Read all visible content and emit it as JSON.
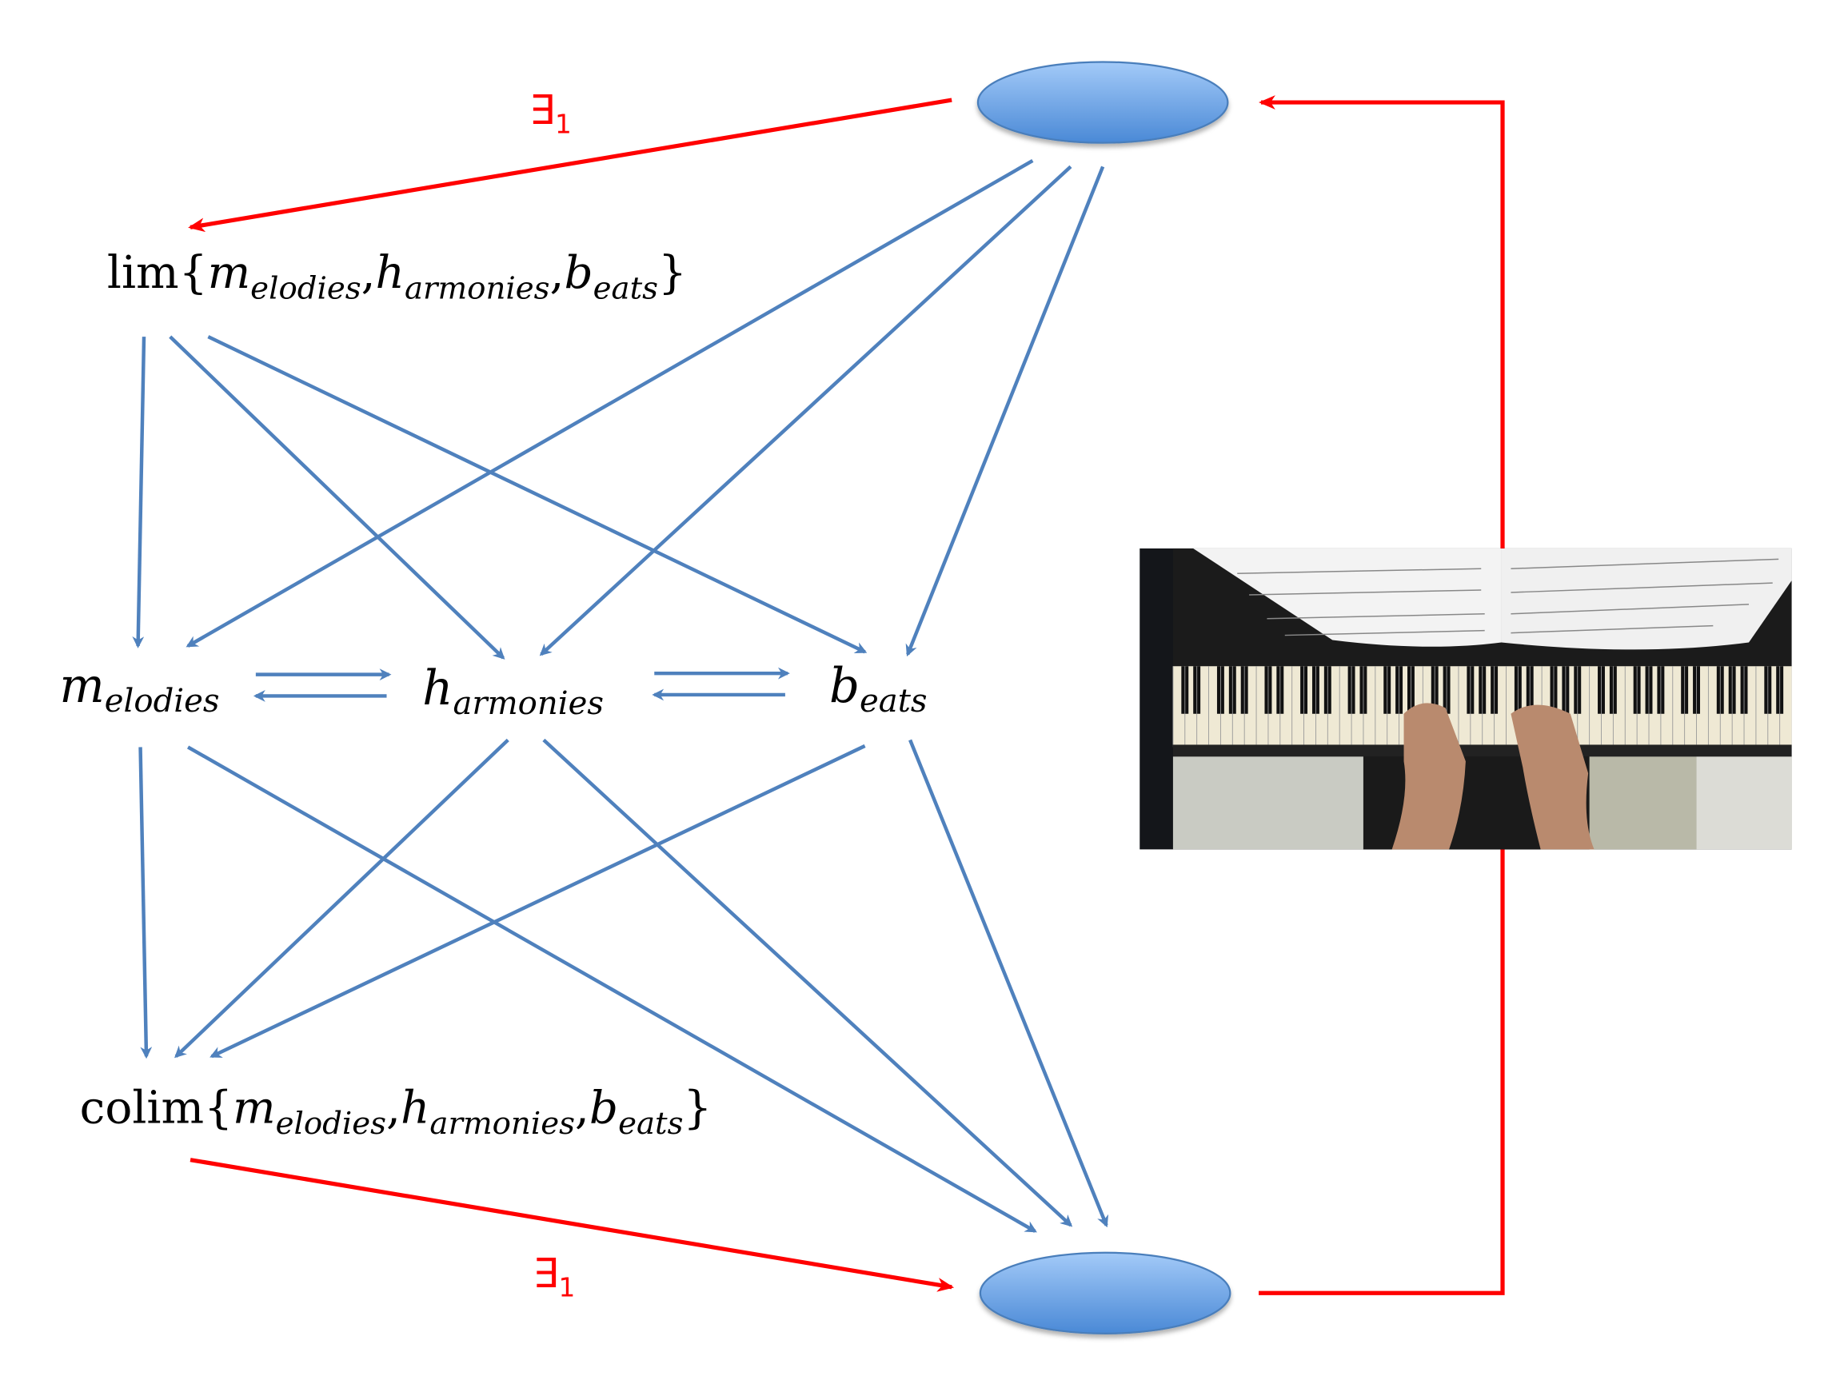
{
  "colors": {
    "blue_arrow": "#4f81bd",
    "red_arrow": "#ff0000",
    "ellipse_fill_top": "#9cc3f5",
    "ellipse_fill_bottom": "#4a8ad6"
  },
  "edges": {
    "top_label": "∃",
    "top_sub": "1",
    "bottom_label": "∃",
    "bottom_sub": "1"
  },
  "lim": {
    "op": "lim{",
    "m": "m",
    "m_sub": "elodies",
    "sep1": ",",
    "h": "h",
    "h_sub": "armonies",
    "sep2": ",",
    "b": "b",
    "b_sub": "eats",
    "close": "}"
  },
  "colim": {
    "op": "colim{",
    "m": "m",
    "m_sub": "elodies",
    "sep1": ",",
    "h": "h",
    "h_sub": "armonies",
    "sep2": ",",
    "b": "b",
    "b_sub": "eats",
    "close": "}"
  },
  "nodes": {
    "melodies": {
      "main": "m",
      "sub": "elodies"
    },
    "harmonies": {
      "main": "h",
      "sub": "armonies"
    },
    "beats": {
      "main": "b",
      "sub": "eats"
    }
  },
  "icons": {
    "photo": "piano-hands-sheet-music-photo"
  }
}
